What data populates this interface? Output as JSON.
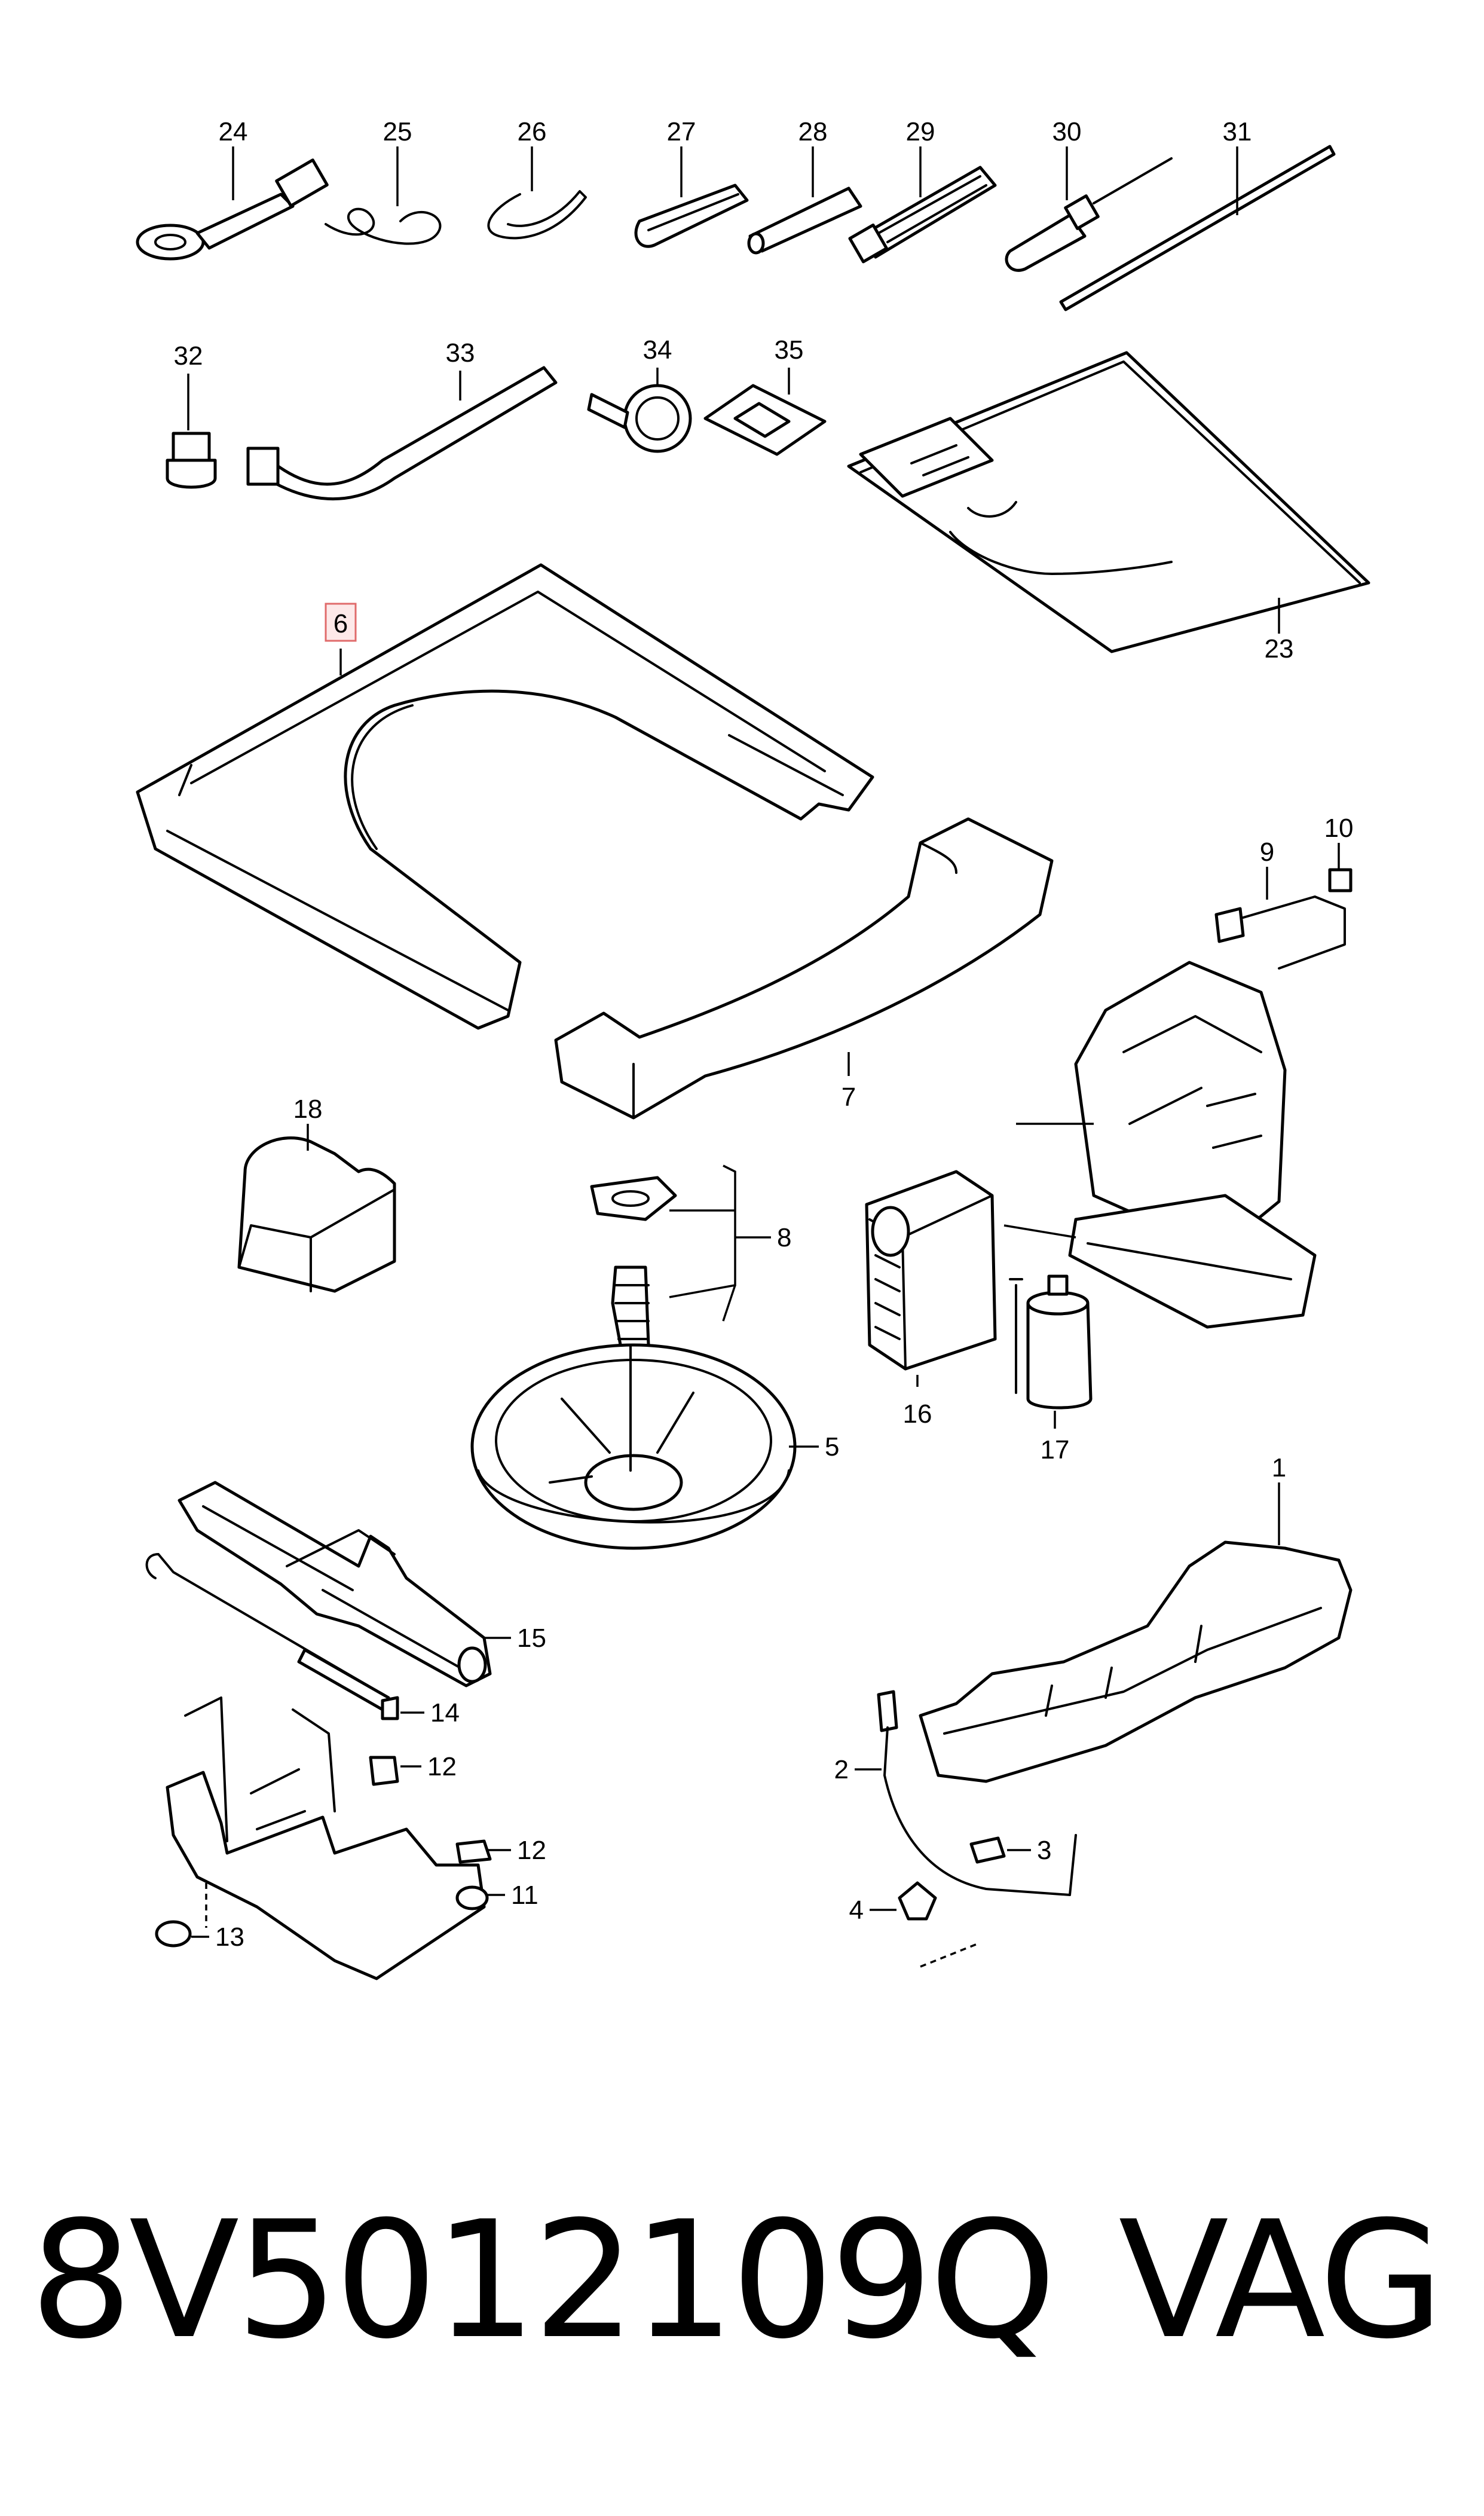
{
  "callouts": {
    "n1": "1",
    "n2": "2",
    "n3": "3",
    "n4": "4",
    "n5": "5",
    "n6": "6",
    "n7": "7",
    "n8": "8",
    "n9": "9",
    "n10": "10",
    "n11": "11",
    "n12a": "12",
    "n12b": "12",
    "n13": "13",
    "n14": "14",
    "n15": "15",
    "n16": "16",
    "n17": "17",
    "n18": "18",
    "n23": "23",
    "n24": "24",
    "n25": "25",
    "n26": "26",
    "n27": "27",
    "n28": "28",
    "n29": "29",
    "n30": "30",
    "n31": "31",
    "n32": "32",
    "n33": "33",
    "n34": "34",
    "n35": "35"
  },
  "highlighted_callout": "6",
  "highlight_color": "#e06b6b",
  "caption": {
    "part_number": "8V5012109Q",
    "brand": "VAG"
  }
}
